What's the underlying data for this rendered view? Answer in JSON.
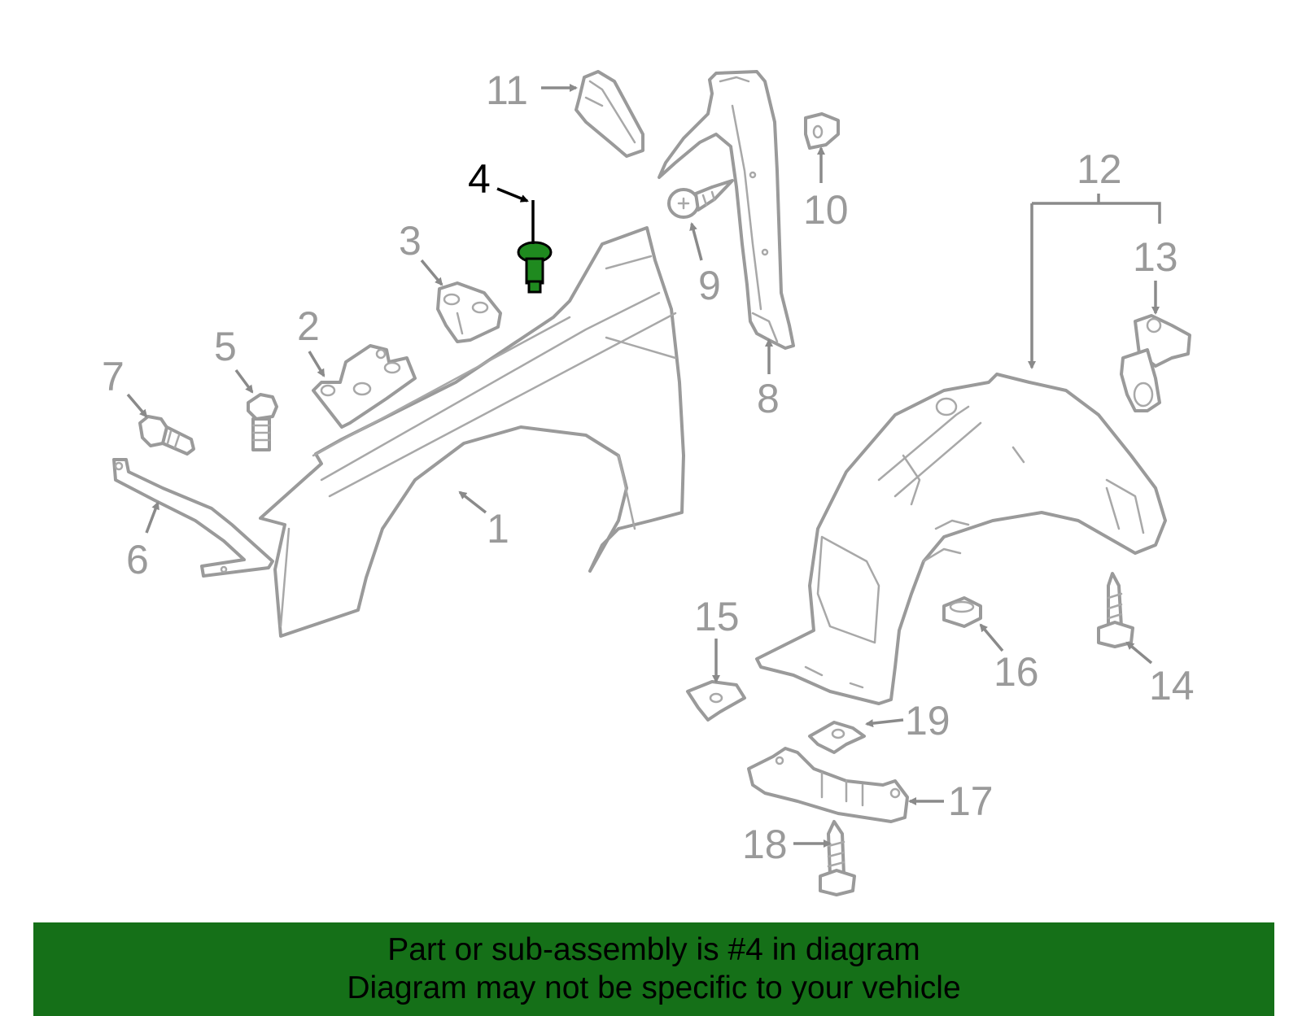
{
  "highlighted_part": "4",
  "callouts": {
    "c1": "1",
    "c2": "2",
    "c3": "3",
    "c4": "4",
    "c5": "5",
    "c6": "6",
    "c7": "7",
    "c8": "8",
    "c9": "9",
    "c10": "10",
    "c11": "11",
    "c12": "12",
    "c13": "13",
    "c14": "14",
    "c15": "15",
    "c16": "16",
    "c17": "17",
    "c18": "18",
    "c19": "19"
  },
  "colors": {
    "banner_background": "#157018",
    "highlight": "#1f8a1f",
    "line_art": "#9a9a9a",
    "active_label": "#000000"
  },
  "banner": {
    "line1": "Part or sub-assembly is #4 in diagram",
    "line2": "Diagram may not be specific to your vehicle"
  }
}
